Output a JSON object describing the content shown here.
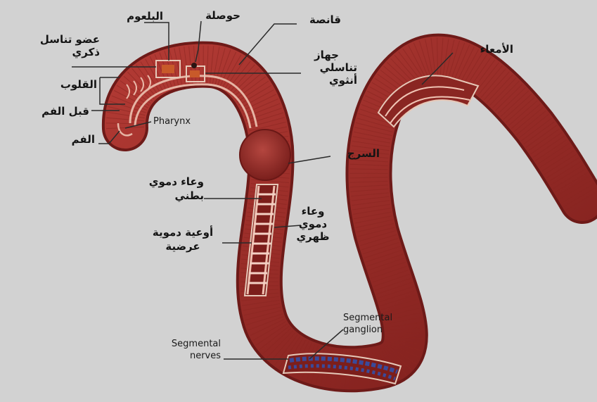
{
  "labels": {
    "pharynx_top": "البلعوم",
    "crop": "حوصلة",
    "gizzard": "قانصة",
    "male_organ_1": "عضو تناسل",
    "male_organ_2": "ذكري",
    "female_organ_1": "جهاز",
    "female_organ_2": "تناسلي",
    "female_organ_3": "أنثوي",
    "hearts": "القلوب",
    "prostomium": "قبل الفم",
    "mouth": "الفم",
    "pharynx_en": "Pharynx",
    "intestine": "الأمعاء",
    "clitellum": "السرج",
    "ventral_vessel_1": "وعاء دموي",
    "ventral_vessel_2": "بطني",
    "dorsal_vessel_1": "وعاء",
    "dorsal_vessel_2": "دموي",
    "dorsal_vessel_3": "ظهري",
    "transverse_vessels_1": "أوعية دموية",
    "transverse_vessels_2": "عرضية",
    "segmental_ganglion_1": "Segmental",
    "segmental_ganglion_2": "ganglion",
    "segmental_nerves_1": "Segmental",
    "segmental_nerves_2": "nerves"
  },
  "colors": {
    "background": "#d2d2d2",
    "worm_body": "#9a2a26",
    "worm_light": "#c0504a",
    "vessel_band": "#e8b0a0",
    "nerve_blue": "#3a4a9a",
    "label_text": "#141414"
  }
}
